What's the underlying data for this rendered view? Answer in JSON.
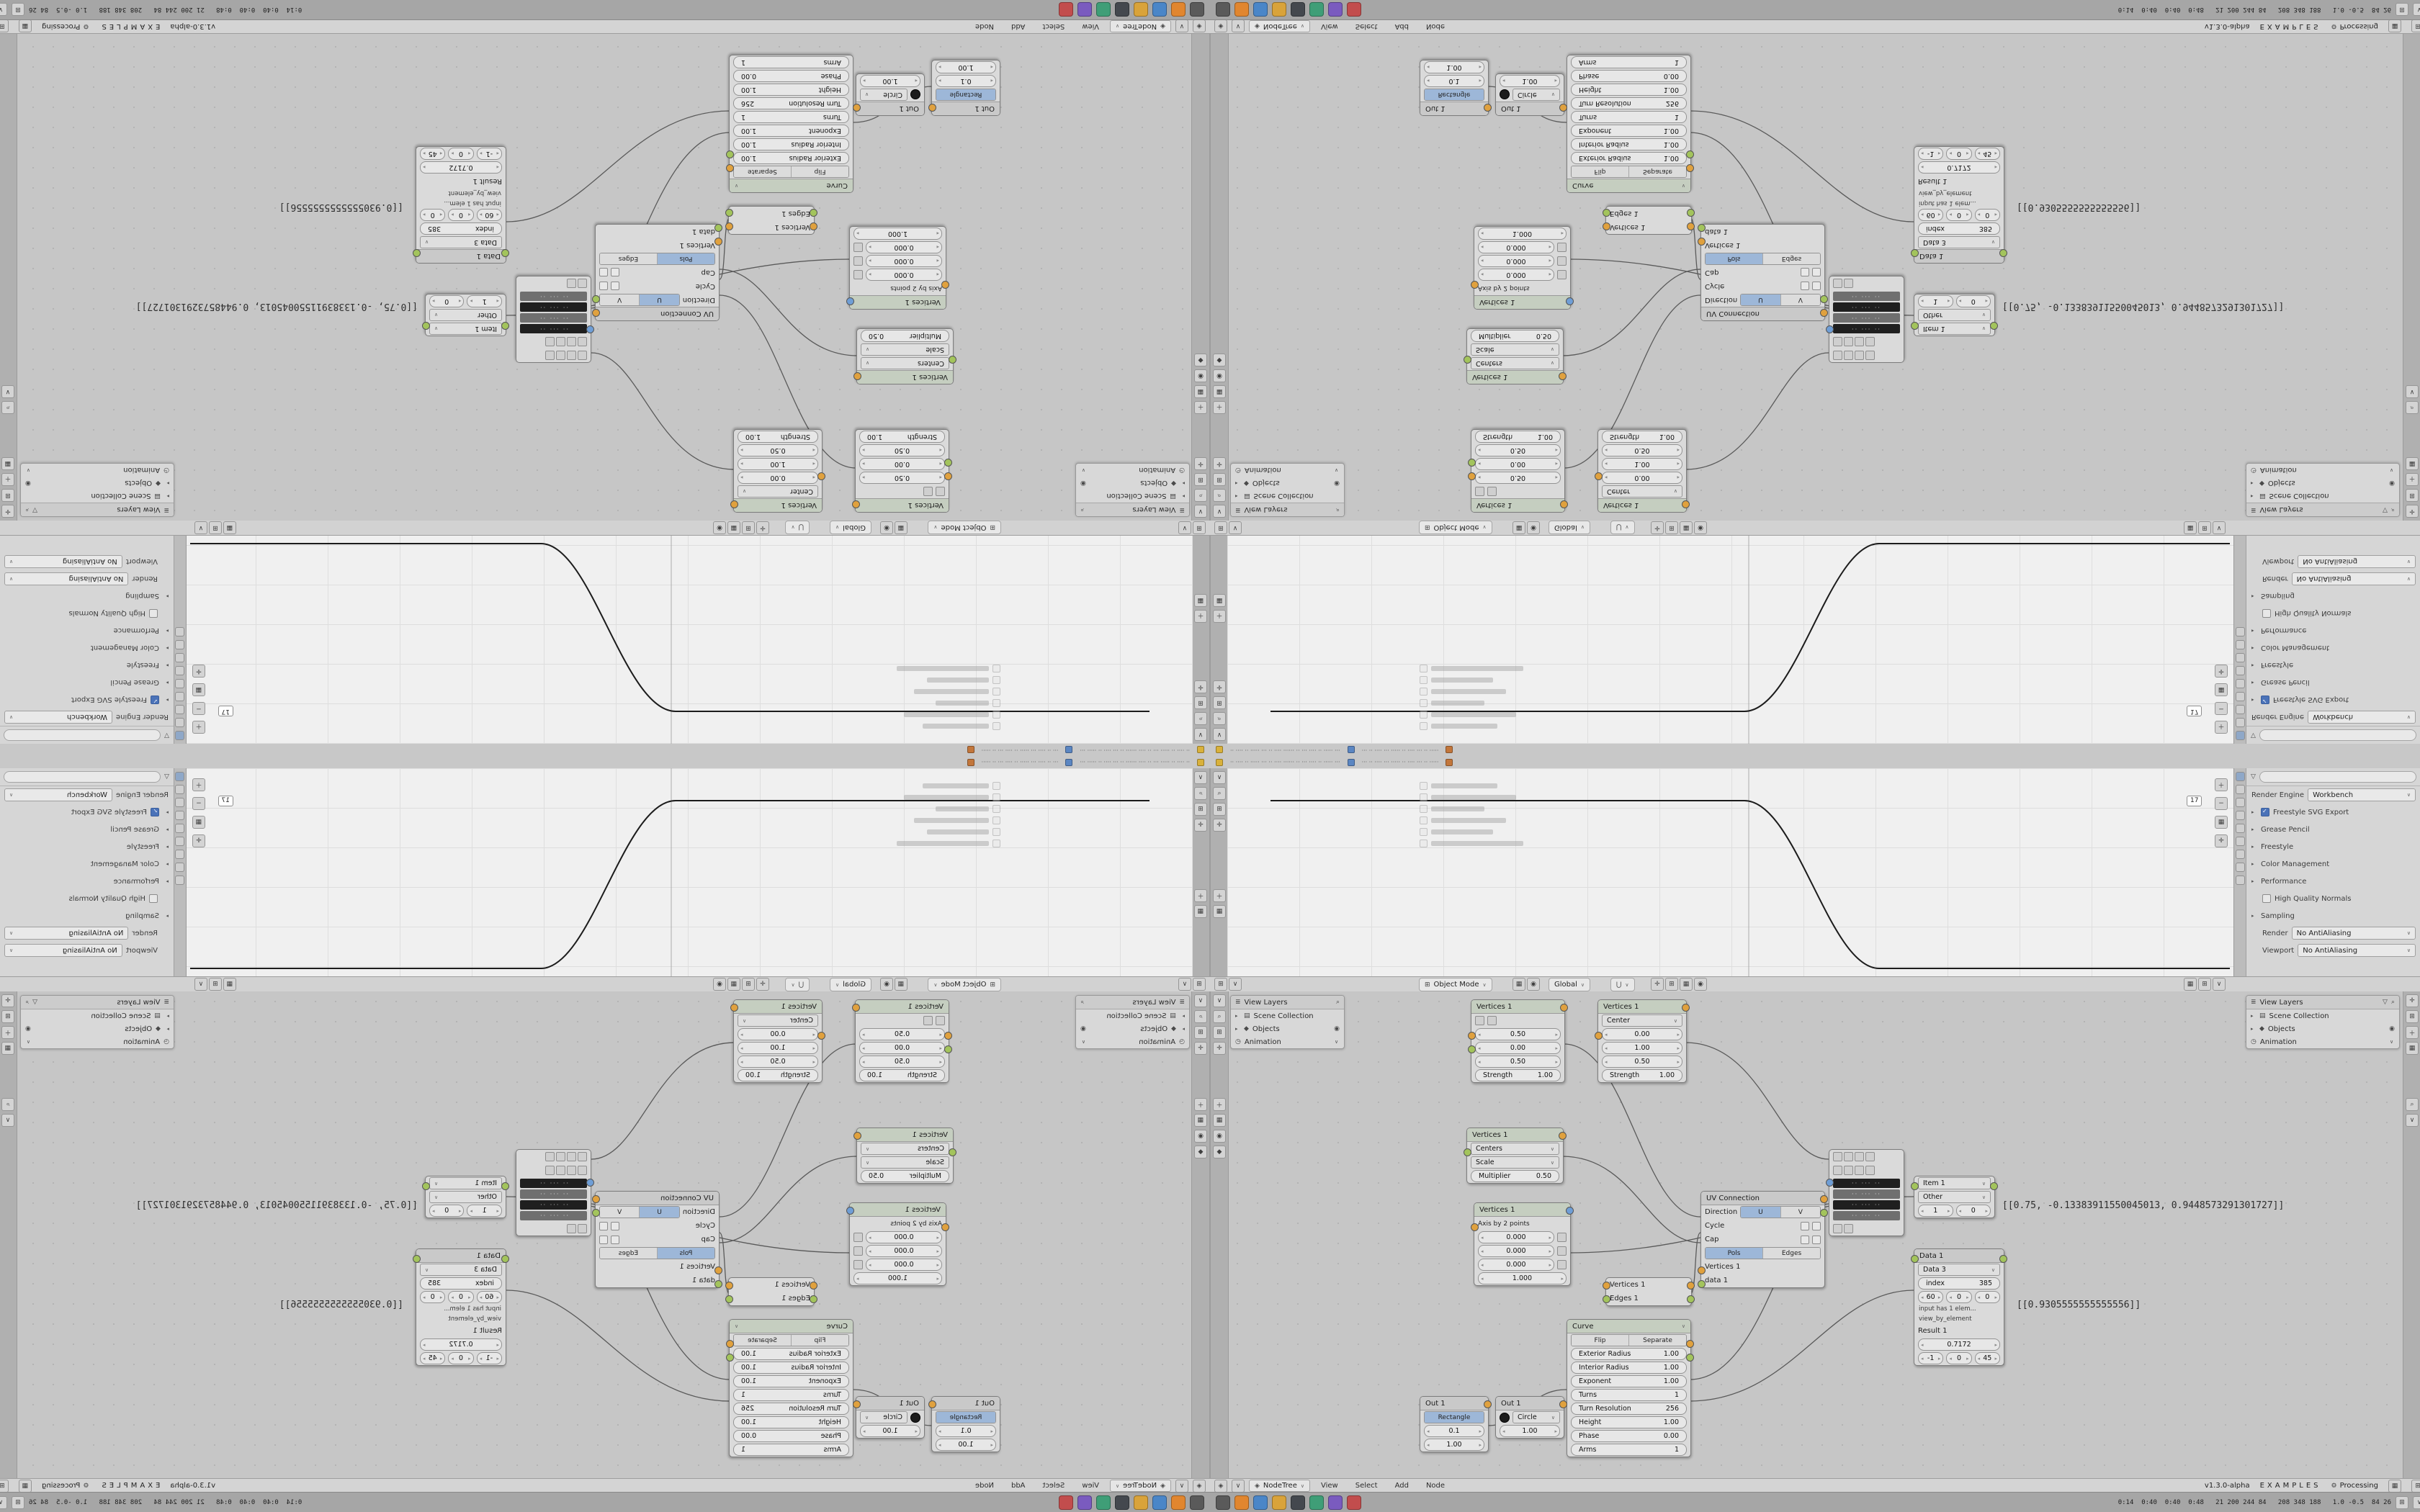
{
  "icons": {
    "chevron_down": "∨",
    "caret_right": "▸",
    "caret_down": "▾",
    "magnifier": "⌕",
    "grid": "⊞",
    "move": "✛",
    "plus": "＋",
    "minus": "−",
    "panel": "▦",
    "circle": "◉",
    "list": "≣",
    "collection": "▤",
    "object": "◆",
    "clock": "◷",
    "gear": "⚙",
    "node": "◈",
    "funnel": "▽",
    "magnet": "⋃"
  },
  "log_bar": {
    "text_a": "·· ···· ·· ····· ··· ·· ···· ······ ·· ··· ···· ·· ····· ···",
    "text_b": "··· ·· ···· ··· ····· ·· ···· ··· ·· ·····",
    "chip_styles": [
      "background:#d9b13b",
      "background:#5b86c2",
      "background:#c2763b"
    ]
  },
  "graph_editor": {
    "frame_badge": "17"
  },
  "properties_panel": {
    "rows": [
      {
        "label": "Render Engine",
        "value": "Workbench"
      },
      {
        "label": "Freestyle SVG Export"
      },
      {
        "label": "Grease Pencil"
      },
      {
        "label": "Freestyle"
      },
      {
        "label": "Color Management"
      },
      {
        "label": "Performance"
      },
      {
        "label": "High Quality Normals"
      },
      {
        "label": "Sampling"
      },
      {
        "label": "Render",
        "value": "No AntiAliasing"
      },
      {
        "label": "Viewport",
        "value": "No AntiAliasing"
      }
    ]
  },
  "viewport_header": {
    "mode": "Object Mode",
    "orientation": "Global"
  },
  "outliner": {
    "title": "View Layers",
    "items": [
      "Scene Collection",
      "Objects",
      "Animation"
    ]
  },
  "node_editor": {
    "menus": [
      "View",
      "Select",
      "Add",
      "Node"
    ],
    "tree_name": "NodeTree",
    "version": "v1.3.0-alpha",
    "examples": "EXAMPLES",
    "status": "Processing",
    "annotation_a": "[[0.75, -0.13383911550045013, 0.9448573291301727]]",
    "annotation_b": "[[0.9305555555555556]]",
    "nodes": {
      "v1a": {
        "title": "Vertices 1",
        "f1": "0.50",
        "f2": "0.00",
        "f3": "0.50",
        "l4": "Strength",
        "f4": "1.00"
      },
      "v1b": {
        "title": "Vertices 1",
        "mode": "Center",
        "f1": "0.00",
        "f2": "1.00",
        "f3": "0.50",
        "l4": "Strength",
        "f4": "1.00"
      },
      "v2": {
        "title": "Vertices 1",
        "d1": "Centers",
        "d2": "Scale",
        "l3": "Multiplier",
        "f3": "0.50"
      },
      "axis": {
        "title": "Vertices 1",
        "sub": "Axis by 2 points",
        "f1": "0.000",
        "f2": "0.000",
        "f3": "0.000",
        "f4": "1.000"
      },
      "vsmall": {
        "r1": "Vertices 1",
        "r2": "Edges 1"
      },
      "uv": {
        "title": "UV Connection",
        "l1": "Direction",
        "l1a": "U",
        "l1b": "V",
        "l2": "Cycle",
        "l3": "Cap",
        "l4a": "Pols",
        "l4b": "Edges",
        "s1": "Vertices 1",
        "s2": "data 1"
      },
      "matrix": {
        "r1": "·· ··· ··",
        "r2": "·· ··· ··",
        "r3": "·· ··· ··",
        "r4": "·· ··· ··"
      },
      "item": {
        "d1": "Item 1",
        "d2": "Other",
        "f1": "1",
        "f2": "0"
      },
      "data1": {
        "title": "Data 1",
        "d1": "Data 3",
        "l2": "index",
        "f2": "385",
        "f3a": "60",
        "f3b": "0",
        "f3c": "0",
        "note": "input has 1 elem...",
        "note2": "view_by_element",
        "l5": "Result 1",
        "f5": "0.7172",
        "f6a": "-1",
        "f6b": "0",
        "f6c": "45"
      },
      "spiral": {
        "title": "Curve",
        "t1": "Flip",
        "t2": "Separate",
        "rows": [
          [
            "Exterior Radius",
            "1.00"
          ],
          [
            "Interior Radius",
            "1.00"
          ],
          [
            "Exponent",
            "1.00"
          ],
          [
            "Turns",
            "1"
          ],
          [
            "Turn Resolution",
            "256"
          ],
          [
            "Height",
            "1.00"
          ],
          [
            "Phase",
            "0.00"
          ],
          [
            "Arms",
            "1"
          ]
        ]
      },
      "out1": {
        "title": "Out 1",
        "toggle": "Rectangle",
        "f1": "0.1",
        "f2": "1.00"
      },
      "out2": {
        "title": "Out 1",
        "d1": "Circle",
        "f1": "1.00"
      }
    }
  },
  "taskbar": {
    "monitor": "0:14  0:40  0:40  0:48   21 200 244 84   208 348 188   1.0 -0.5  84 26",
    "icon_styles": [
      "background:#5a5a5a",
      "background:#e1862f",
      "background:#4a86c8",
      "background:#d9a33a",
      "background:#44484e",
      "background:#3f9e77",
      "background:#7a5bbf",
      "background:#c24d4d"
    ]
  }
}
